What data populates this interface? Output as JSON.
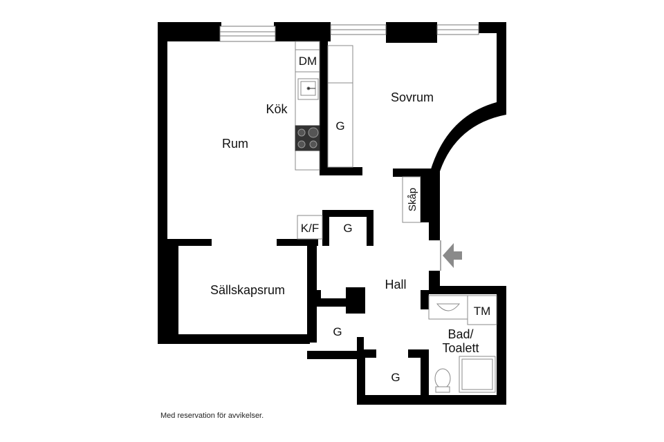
{
  "rooms": {
    "rum": "Rum",
    "kok": "Kök",
    "sovrum": "Sovrum",
    "sallskapsrum": "Sällskapsrum",
    "hall": "Hall",
    "bad_line1": "Bad/",
    "bad_line2": "Toalett"
  },
  "fixtures": {
    "dm": "DM",
    "kf": "K/F",
    "tm": "TM",
    "skap": "Skåp",
    "g_kitchen": "G",
    "g_hall_upper": "G",
    "g_hall_lower": "G",
    "g_bottom": "G"
  },
  "footnote": "Med reservation för avvikelser.",
  "colors": {
    "wall": "#000000",
    "fixture_stroke": "#888888",
    "entrance_arrow": "#8a8a8a",
    "background": "#ffffff"
  }
}
